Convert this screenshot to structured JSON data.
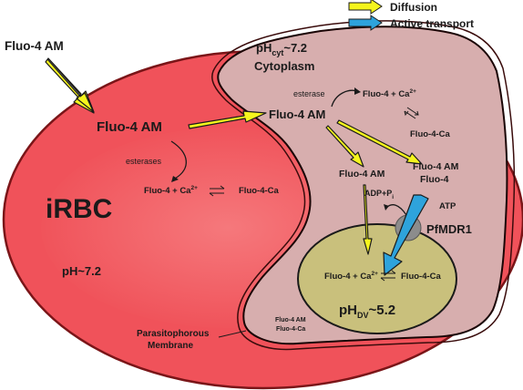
{
  "legend": {
    "diffusion": "Diffusion",
    "active_transport": "Active transport"
  },
  "outside": {
    "probe": "Fluo-4 AM"
  },
  "irbc": {
    "name": "iRBC",
    "ph": "pH~7.2",
    "probe": "Fluo-4 AM",
    "enzyme": "esterases",
    "reaction_left": "Fluo-4 + Ca",
    "reaction_charge": "2+",
    "reaction_right": "Fluo-4-Ca"
  },
  "parasite": {
    "ph_prefix": "pH",
    "ph_sub": "cyt",
    "ph_value": "~7.2",
    "compartment": "Cytoplasm",
    "enzyme": "esterase",
    "probe": "Fluo-4 AM",
    "reaction_left": "Fluo-4 + Ca",
    "reaction_charge": "2+",
    "complex": "Fluo-4-Ca",
    "probe_left": "Fluo-4 AM",
    "probe_right_1": "Fluo-4 AM",
    "probe_right_2": "Fluo-4",
    "adp": "ADP+P",
    "adp_sub": "i",
    "atp": "ATP",
    "transporter": "PfMDR1",
    "corner_1": "Fluo-4 AM",
    "corner_2": "Fluo-4-Ca"
  },
  "dv": {
    "reaction_left": "Fluo-4 + Ca",
    "reaction_charge": "2+",
    "reaction_right": "Fluo-4-Ca",
    "ph_prefix": "pH",
    "ph_sub": "DV",
    "ph_value": "~5.2"
  },
  "membrane": {
    "line1": "Parasitophorous",
    "line2": "Membrane"
  },
  "colors": {
    "rbc": "#f0525a",
    "rbc_inner": "#f47a7c",
    "parasite": "#d7aeae",
    "dv": "#c9c07c",
    "pfmdr1": "#8c8c8c",
    "diffusion_arrow": "#f5f51d",
    "active_arrow": "#2ea3dc"
  }
}
